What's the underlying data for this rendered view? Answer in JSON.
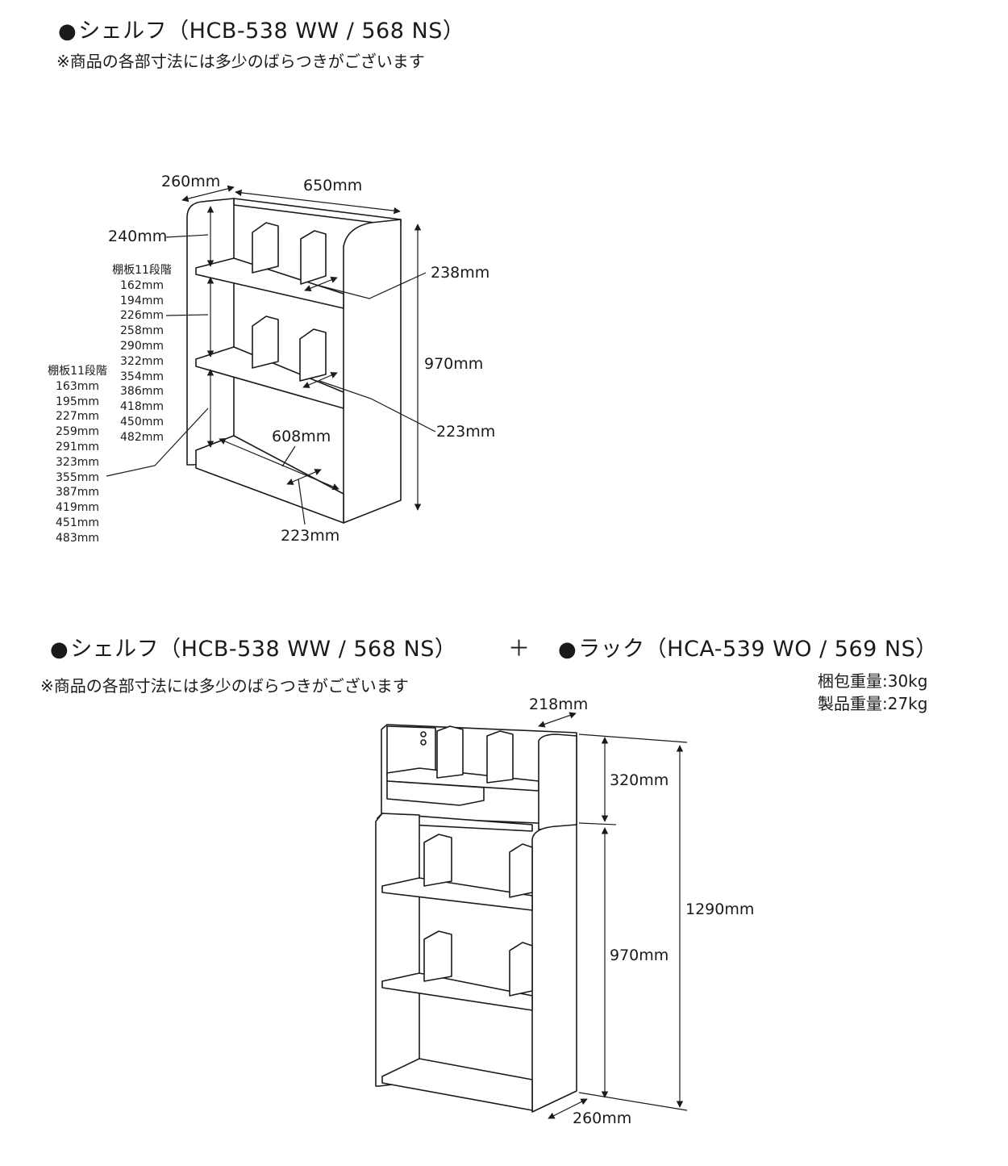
{
  "section1": {
    "title": "シェルフ（HCB-538 WW / 568 NS）",
    "note": "※商品の各部寸法には多少のばらつきがございます",
    "dims": {
      "depth": "260mm",
      "width": "650mm",
      "top_gap": "240mm",
      "inner_depth_upper": "238mm",
      "height": "970mm",
      "inner_width": "608mm",
      "inner_depth_mid": "223mm",
      "inner_depth_bottom": "223mm"
    },
    "shelf_table_a": {
      "header": "棚板11段階",
      "values": [
        "162mm",
        "194mm",
        "226mm",
        "258mm",
        "290mm",
        "322mm",
        "354mm",
        "386mm",
        "418mm",
        "450mm",
        "482mm"
      ]
    },
    "shelf_table_b": {
      "header": "棚板11段階",
      "values": [
        "163mm",
        "195mm",
        "227mm",
        "259mm",
        "291mm",
        "323mm",
        "355mm",
        "387mm",
        "419mm",
        "451mm",
        "483mm"
      ]
    }
  },
  "section2": {
    "title_shelf": "シェルフ（HCB-538 WW / 568 NS）",
    "plus": "＋",
    "title_rack": "ラック（HCA-539 WO / 569 NS）",
    "note": "※商品の各部寸法には多少のばらつきがございます",
    "weights": {
      "package": "梱包重量:30kg",
      "product": "製品重量:27kg"
    },
    "dims": {
      "rack_depth": "218mm",
      "rack_height": "320mm",
      "total_height": "1290mm",
      "shelf_height": "970mm",
      "depth": "260mm"
    }
  }
}
